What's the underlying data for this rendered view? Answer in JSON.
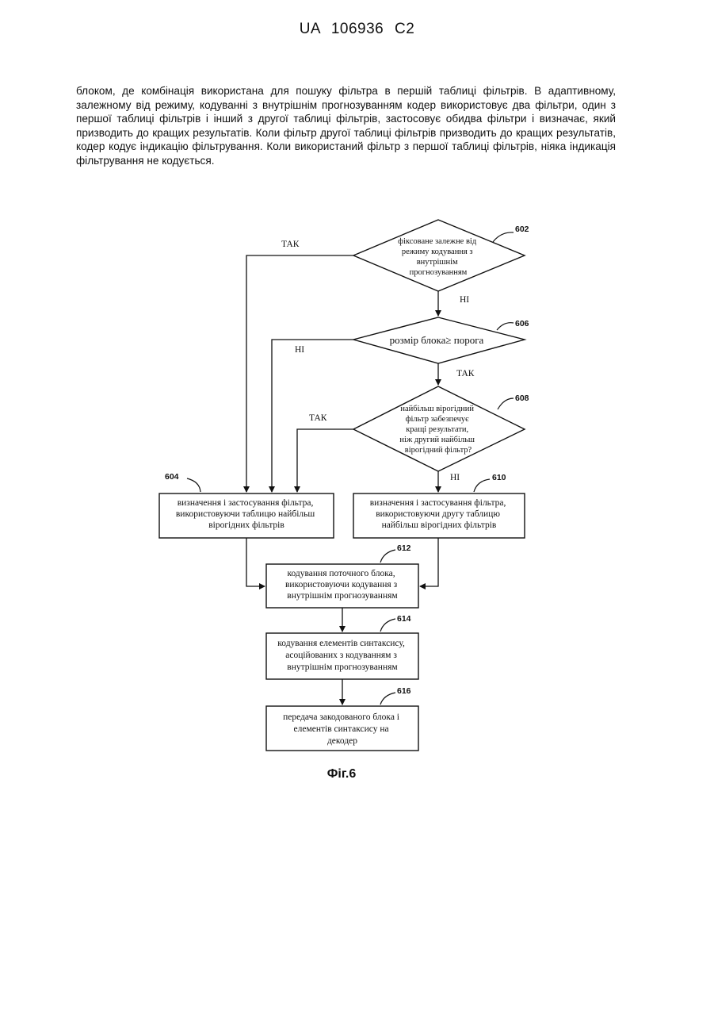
{
  "header": "UA 106936 C2",
  "body_lines": [
    "блоком, де комбінація використана для пошуку фільтра в першій таблиці фільтрів. В адаптивному, залежному від режиму, кодуванні з внутрішнім прогнозуванням кодер використовує два фільтри, один з першої таблиці фільтрів і інший з другої таблиці фільтрів, застосовує обидва фільтри і визначає, який призводить до кращих результатів. Коли фільтр другої таблиці фільтрів призводить до кращих результатів, кодер кодує індикацію фільтрування. Коли використаний фільтр з першої таблиці фільтрів, ніяка індикація фільтрування не кодується."
  ],
  "flowchart": {
    "d602": {
      "ref": "602",
      "lines": [
        "фіксоване залежне від",
        "режиму кодування з",
        "внутрішнім",
        "прогнозуванням"
      ]
    },
    "d606": {
      "ref": "606",
      "lines": [
        "розмір блока≥ порога"
      ]
    },
    "d608": {
      "ref": "608",
      "lines": [
        "найбільш вірогідний",
        "фільтр забезпечує",
        "кращі результати,",
        "ніж другий найбільш",
        "вірогідний фільтр?"
      ]
    },
    "b604": {
      "ref": "604",
      "lines": [
        "визначення і застосування фільтра,",
        "використовуючи таблицю найбільш",
        "вірогідних фільтрів"
      ]
    },
    "b610": {
      "ref": "610",
      "lines": [
        "визначення і застосування фільтра,",
        "використовуючи другу таблицю",
        "найбільш вірогідних фільтрів"
      ]
    },
    "b612": {
      "ref": "612",
      "lines": [
        "кодування поточного блока,",
        "використовуючи кодування з",
        "внутрішнім прогнозуванням"
      ]
    },
    "b614": {
      "ref": "614",
      "lines": [
        "кодування елементів синтаксису,",
        "асоційованих з кодуванням з",
        "внутрішнім прогнозуванням"
      ]
    },
    "b616": {
      "ref": "616",
      "lines": [
        "передача закодованого блока і",
        "елементів синтаксису на",
        "декодер"
      ]
    },
    "labels": {
      "yes_602": "ТАК",
      "no_602": "НІ",
      "no_606": "НІ",
      "yes_606": "ТАК",
      "yes_608": "ТАК",
      "no_608": "НІ"
    }
  },
  "caption": "Фіг.6"
}
